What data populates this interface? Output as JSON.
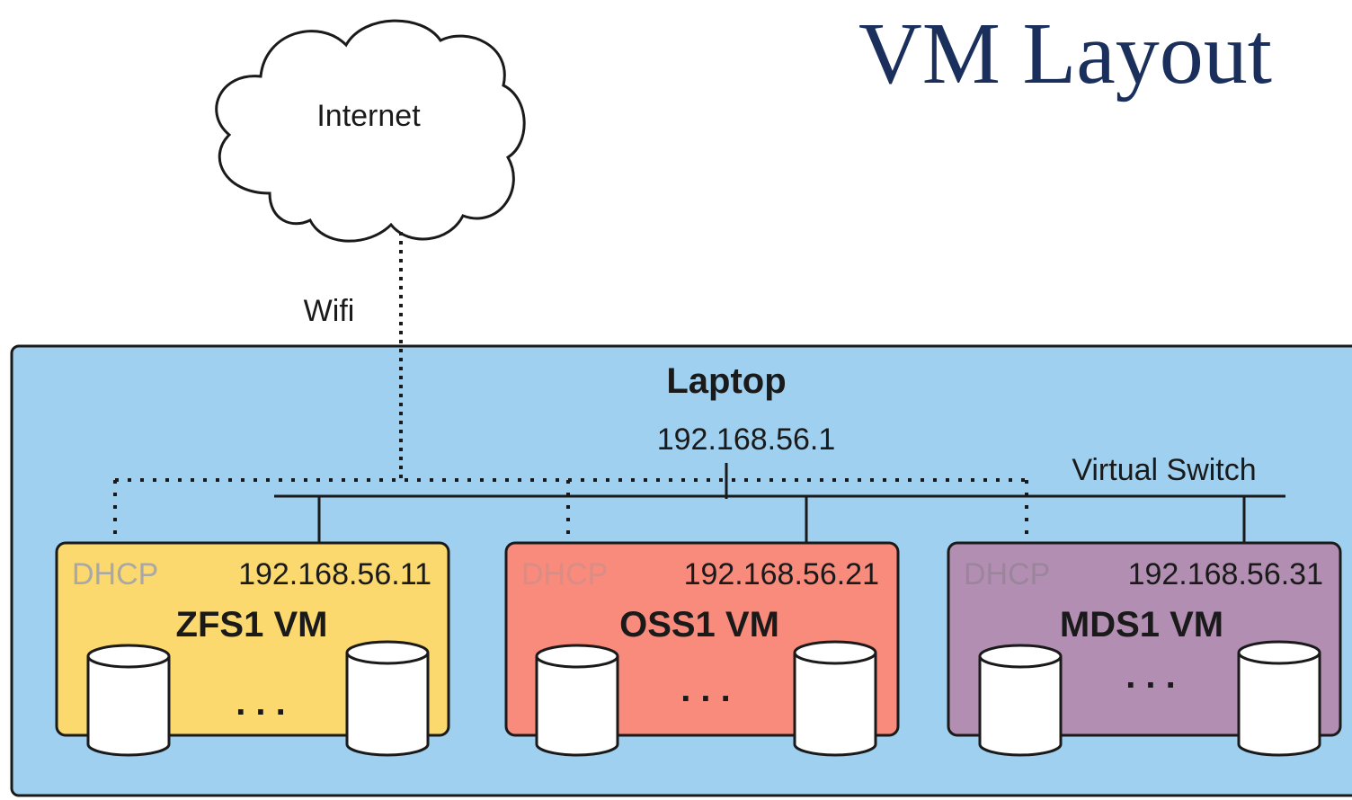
{
  "title": "VM Layout",
  "internet": {
    "label": "Internet"
  },
  "wifi": {
    "label": "Wifi"
  },
  "laptop": {
    "label": "Laptop",
    "ip": "192.168.56.1"
  },
  "virtual_switch": {
    "label": "Virtual Switch"
  },
  "vms": [
    {
      "name": "ZFS1 VM",
      "dhcp": "DHCP",
      "ip": "192.168.56.11",
      "ellipsis": ". . ."
    },
    {
      "name": "OSS1 VM",
      "dhcp": "DHCP",
      "ip": "192.168.56.21",
      "ellipsis": ". . ."
    },
    {
      "name": "MDS1 VM",
      "dhcp": "DHCP",
      "ip": "192.168.56.31",
      "ellipsis": ". . ."
    }
  ],
  "colors": {
    "title": "#1b2f5c",
    "laptop_fill": "#9fd0ef",
    "zfs_fill": "#fbd96e",
    "oss_fill": "#f98b7c",
    "mds_fill": "#b28fb2",
    "zfs_dhcp": "#a8a8a8",
    "oss_dhcp": "#d88d86",
    "mds_dhcp": "#9c859c"
  }
}
